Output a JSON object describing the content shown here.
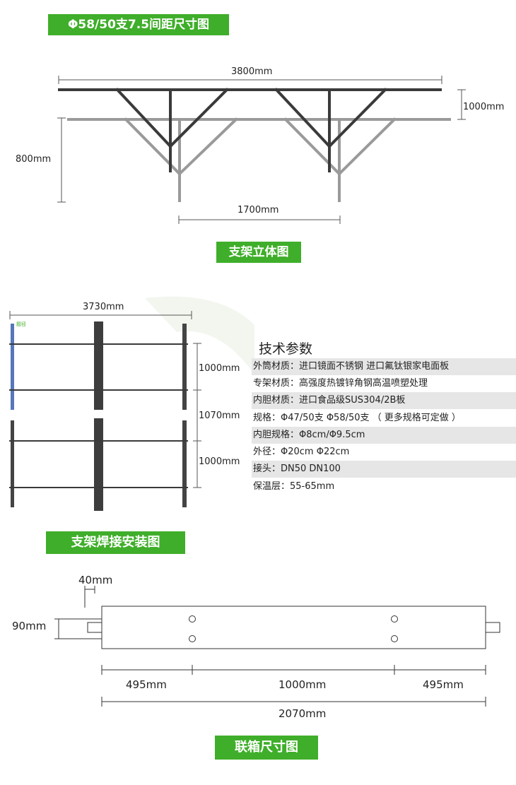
{
  "section1": {
    "title": "Φ58/50支7.5间距尺寸图",
    "dim_total_width": "3800mm",
    "dim_height_right": "1000mm",
    "dim_height_left": "800mm",
    "dim_leg_span": "1700mm",
    "caption": "支架立体图"
  },
  "section2": {
    "dim_top_width": "3730mm",
    "dim_row1": "1000mm",
    "dim_row2": "1070mm",
    "dim_row3": "1000mm",
    "tiny_label": "题径",
    "caption": "支架焊接安装图"
  },
  "specs": {
    "title": "技术参数",
    "rows": [
      "外筒材质：进口镜面不锈钢  进口氟钛银家电面板",
      "专架材质：高强度热镀锌角钢高温喷塑处理",
      "内胆材质：进口食品级SUS304/2B板",
      "规格：Φ47/50支  Φ58/50支   （ 更多规格可定做 ）",
      "内胆规格：Φ8cm/Φ9.5cm",
      "外径：Φ20cm    Φ22cm",
      "接头：DN50  DN100",
      "保温层：55-65mm"
    ]
  },
  "section3": {
    "dim_pipe": "40mm",
    "dim_height": "90mm",
    "dim_left": "495mm",
    "dim_mid": "1000mm",
    "dim_right": "495mm",
    "dim_total": "2070mm",
    "caption": "联箱尺寸图"
  },
  "colors": {
    "accent": "#3fae2a",
    "frame_dark": "#3a3a3a",
    "frame_light": "#9a9a9a"
  }
}
